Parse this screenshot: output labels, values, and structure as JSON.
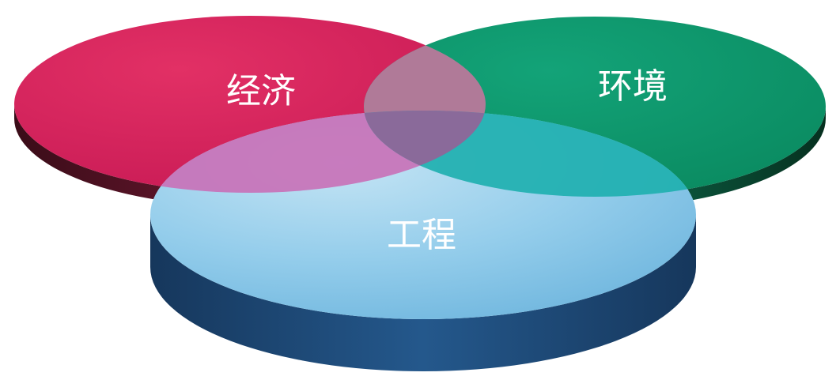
{
  "diagram": {
    "sets": [
      {
        "id": "economy",
        "label": "经济",
        "color": "#d4205a",
        "rim": "#5a1426"
      },
      {
        "id": "environment",
        "label": "环境",
        "color": "#0e9a6e",
        "rim": "#0a4a35"
      },
      {
        "id": "engineering",
        "label": "工程",
        "color": "#8ecbe9",
        "rim": "#1e4a78"
      }
    ],
    "overlaps": {
      "economy_environment": "#b07a98",
      "economy_engineering": "#c872b8",
      "environment_engineering": "#1fb0b0",
      "all": "#8a6a9a"
    }
  }
}
